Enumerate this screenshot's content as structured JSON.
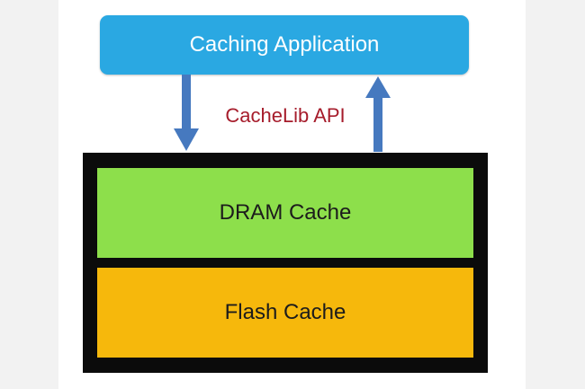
{
  "diagram": {
    "application_label": "Caching Application",
    "api_label": "CacheLib API",
    "layers": [
      {
        "label": "DRAM Cache",
        "color": "#8ddf4b"
      },
      {
        "label": "Flash Cache",
        "color": "#f6b80c"
      }
    ],
    "colors": {
      "application_box": "#2aa8e2",
      "arrows": "#4679bf",
      "api_text": "#a61c2b",
      "frame": "#0b0b0b"
    },
    "arrows": [
      {
        "from": "Caching Application",
        "to": "DRAM Cache",
        "direction": "down"
      },
      {
        "from": "DRAM Cache",
        "to": "Caching Application",
        "direction": "up"
      }
    ]
  }
}
